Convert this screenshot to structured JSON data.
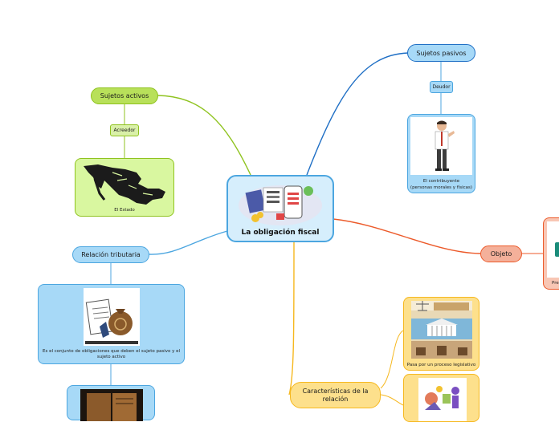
{
  "central": {
    "title": "La obligación fiscal"
  },
  "sujetos_activos": {
    "label": "Sujetos activos",
    "sub": "Acreedor",
    "card_caption": "El Estado"
  },
  "sujetos_pasivos": {
    "label": "Sujetos pasivos",
    "sub": "Deudor",
    "card_caption_1": "El contribuyente",
    "card_caption_2": "(personas morales y físicas)"
  },
  "relacion": {
    "label": "Relación tributaria",
    "card_caption": "Es el conjunto de obligaciones que deben el sujeto pasivo y el sujeto activo"
  },
  "objeto": {
    "label": "Objeto",
    "card_caption": "Pre"
  },
  "caracteristicas": {
    "label": "Características de la relación",
    "card1_caption": "Pasa por un proceso legislativo"
  },
  "colors": {
    "green": "#b8e05a",
    "green_line": "#8fc31f",
    "blue": "#a7d9f7",
    "blue_line": "#4ca6e0",
    "navy_line": "#1f6fc5",
    "orange": "#f4b09a",
    "orange_line": "#ec5a2a",
    "yellow": "#fde08c",
    "yellow_line": "#f6b81f"
  }
}
